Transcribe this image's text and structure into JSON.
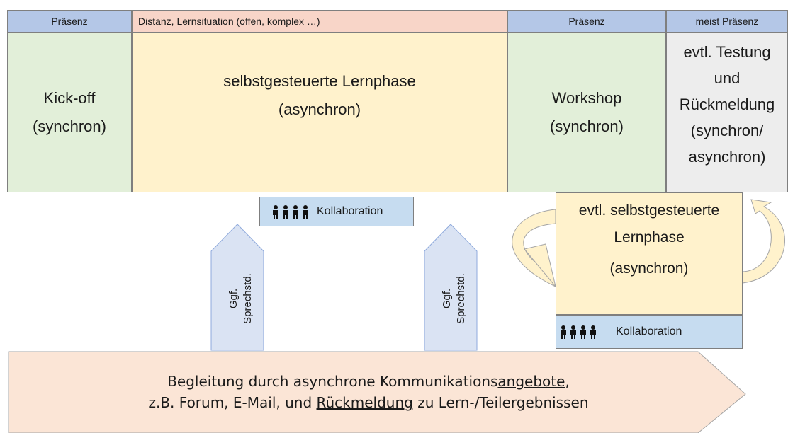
{
  "headers": [
    {
      "label": "Präsenz",
      "color": "#b4c7e7"
    },
    {
      "label": "Distanz, Lernsituation (offen, komplex …)",
      "color": "#f8d5c8"
    },
    {
      "label": "Präsenz",
      "color": "#b4c7e7"
    },
    {
      "label": "meist Präsenz",
      "color": "#b4c7e7"
    }
  ],
  "phases": {
    "kickoff": {
      "line1": "Kick-off",
      "line2": "(synchron)",
      "color": "#e2efd9"
    },
    "selbst": {
      "line1": "selbstgesteuerte Lernphase",
      "line2": "(asynchron)",
      "color": "#fff2cc"
    },
    "workshop": {
      "line1": "Workshop",
      "line2": "(synchron)",
      "color": "#e2efd9"
    },
    "testung": {
      "line1": "evtl. Testung",
      "line2": "und",
      "line3": "Rückmeldung",
      "line4": "(synchron/",
      "line5": "asynchron)",
      "color": "#ededed"
    },
    "evtl": {
      "line1": "evtl. selbstgesteuerte",
      "line2": "Lernphase",
      "line3": "(asynchron)",
      "color": "#fff2cc"
    }
  },
  "collaboration": {
    "label": "Kollaboration",
    "color": "#c6dcf0"
  },
  "office_hours": {
    "line1": "Ggf.",
    "line2": "Sprechstd.",
    "color": "#dae3f3"
  },
  "bottom_arrow": {
    "line1_prefix": "Begleitung durch asynchrone Kommunikations",
    "line1_underlined": "angebote",
    "line1_suffix": ",",
    "line2_prefix": "z.B. Forum, E-Mail, und ",
    "line2_underlined": "Rückmeldung",
    "line2_suffix": " zu Lern-/Teilergebnissen",
    "color": "#fbe5d6"
  },
  "cycle_arrow_color": "#fff2cc"
}
